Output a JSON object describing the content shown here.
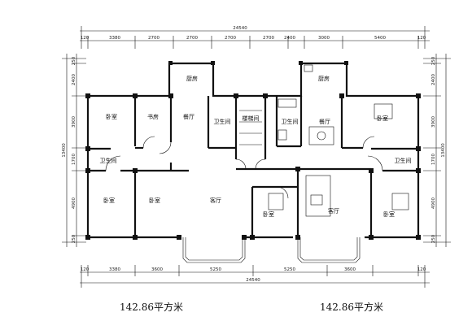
{
  "top_dims": {
    "total": "24540",
    "segments": [
      "120",
      "3380",
      "2700",
      "2700",
      "2700",
      "2700",
      "2400",
      "3000",
      "5400",
      "120"
    ]
  },
  "bottom_dims": {
    "total": "24540",
    "segments": [
      "120",
      "3380",
      "3600",
      "5250",
      "5250",
      "3600",
      "120"
    ]
  },
  "left_dims": {
    "total": "13400",
    "segments": [
      "250",
      "2400",
      "3900",
      "1700",
      "4900",
      "250"
    ]
  },
  "right_dims": {
    "total": "13400",
    "segments": [
      "250",
      "2400",
      "3900",
      "1700",
      "4900",
      "250"
    ]
  },
  "rooms": {
    "bedroom": "卧室",
    "study": "书房",
    "kitchen": "厨房",
    "dining": "餐厅",
    "bathroom": "卫生间",
    "stairwell": "楼梯间",
    "living": "客厅"
  },
  "areas": {
    "left": "142.86平方米",
    "right": "142.86平方米"
  }
}
